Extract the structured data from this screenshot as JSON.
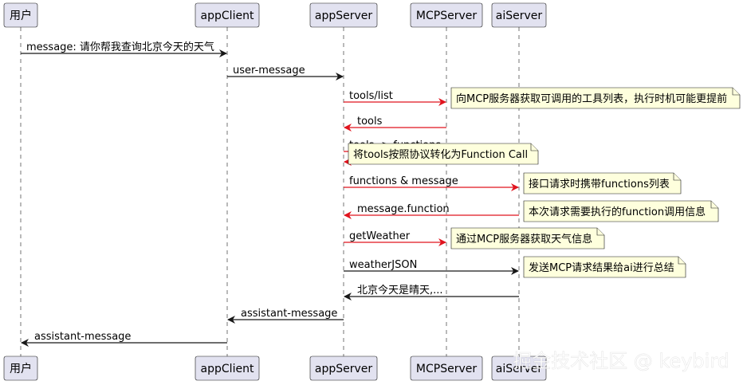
{
  "participants": [
    {
      "id": "user",
      "label": "用户"
    },
    {
      "id": "appClient",
      "label": "appClient"
    },
    {
      "id": "appServer",
      "label": "appServer"
    },
    {
      "id": "mcpServer",
      "label": "MCPServer"
    },
    {
      "id": "aiServer",
      "label": "aiServer"
    }
  ],
  "messages": [
    {
      "from": "user",
      "to": "appClient",
      "label": "message: 请你帮我查询北京今天的天气",
      "color": "#181818"
    },
    {
      "from": "appClient",
      "to": "appServer",
      "label": "user-message",
      "color": "#181818"
    },
    {
      "from": "appServer",
      "to": "mcpServer",
      "label": "tools/list",
      "color": "#E0141E",
      "note": "向MCP服务器获取可调用的工具列表，执行时机可能更提前"
    },
    {
      "from": "mcpServer",
      "to": "appServer",
      "label": "tools",
      "color": "#E0141E"
    },
    {
      "from": "appServer",
      "to": "appServer",
      "label": "tools -> functions",
      "color": "#E0141E",
      "note": "将tools按照协议转化为Function Call"
    },
    {
      "from": "appServer",
      "to": "aiServer",
      "label": "functions & message",
      "color": "#E0141E",
      "note": "接口请求时携带functions列表"
    },
    {
      "from": "aiServer",
      "to": "appServer",
      "label": "message.function",
      "color": "#E0141E",
      "note": "本次请求需要执行的function调用信息"
    },
    {
      "from": "appServer",
      "to": "mcpServer",
      "label": "getWeather",
      "color": "#E0141E",
      "note": "通过MCP服务器获取天气信息"
    },
    {
      "from": "appServer",
      "to": "aiServer",
      "label": "weatherJSON",
      "color": "#181818",
      "note": "发送MCP请求结果给ai进行总结"
    },
    {
      "from": "aiServer",
      "to": "appServer",
      "label": "北京今天是晴天,...",
      "color": "#181818"
    },
    {
      "from": "appServer",
      "to": "appClient",
      "label": "assistant-message",
      "color": "#181818"
    },
    {
      "from": "appClient",
      "to": "user",
      "label": "assistant-message",
      "color": "#181818"
    }
  ],
  "watermark": "掘金技术社区 @ keybird",
  "colors": {
    "participant_fill": "#E2E2F0",
    "note_fill": "#FEFFDD",
    "line": "#181818",
    "accent_red": "#E0141E"
  }
}
